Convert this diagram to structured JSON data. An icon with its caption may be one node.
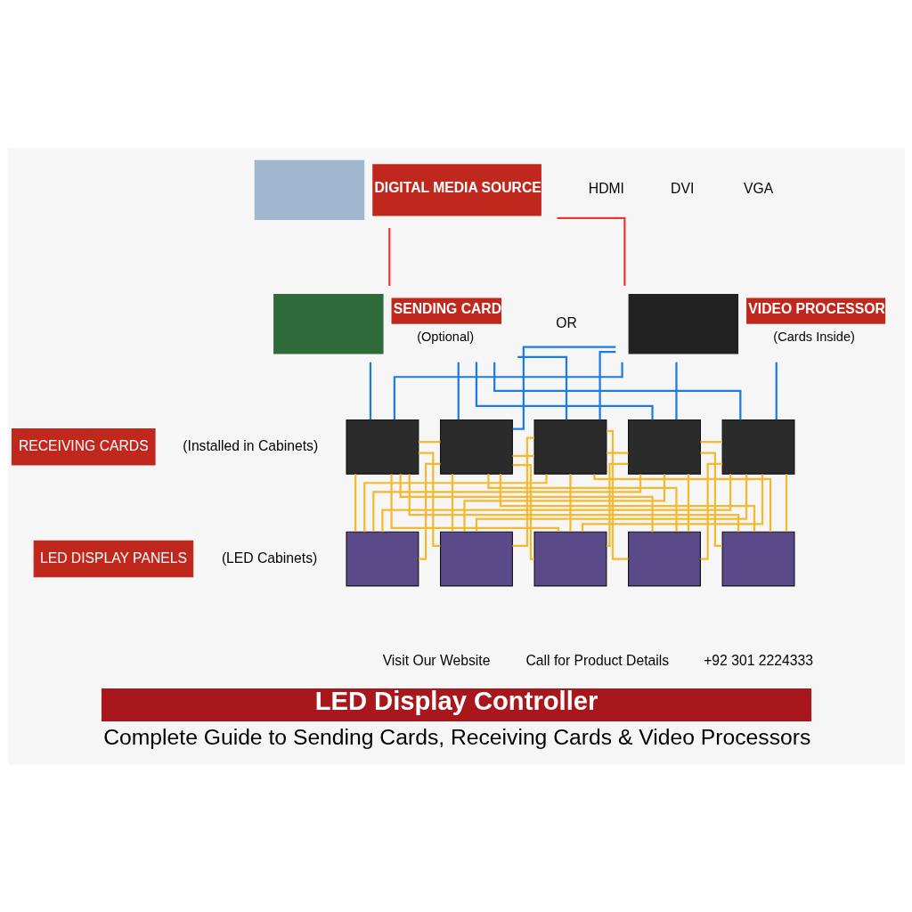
{
  "diagram": {
    "title": "LED Display Controller",
    "caption": "Complete Guide to Sending Cards, Receiving Cards & Video Processors",
    "nodes": [
      {
        "text": [
          "DIGITAL MEDIA SOURCE"
        ]
      },
      {
        "text": [
          "SENDING CARD",
          "(Optional)"
        ]
      },
      {
        "text": [
          "VIDEO PROCESSOR",
          "(Cards Inside)"
        ]
      },
      {
        "text": [],
        "shape": "box"
      },
      {
        "text": [],
        "shape": "box"
      },
      {
        "text": [],
        "shape": "box"
      },
      {
        "text": [],
        "shape": "box"
      },
      {
        "text": [],
        "shape": "box"
      },
      {
        "text": [],
        "shape": "box"
      },
      {
        "text": [],
        "shape": "box"
      },
      {
        "text": [],
        "shape": "box"
      },
      {
        "text": [],
        "shape": "box"
      },
      {
        "text": [],
        "shape": "box"
      }
    ],
    "edges": [
      {
        "from": 0,
        "to": 1,
        "arrow": "none",
        "color": "#e53935"
      },
      {
        "from": 0,
        "to": 2,
        "arrow": "none",
        "color": "#e53935"
      },
      {
        "from": 1,
        "to": 3,
        "arrow": "none",
        "color": "#1e7be0"
      },
      {
        "from": 1,
        "to": 4,
        "arrow": "none",
        "color": "#1e7be0"
      },
      {
        "from": 1,
        "to": 5,
        "arrow": "none",
        "color": "#1e7be0"
      },
      {
        "from": 1,
        "to": 6,
        "arrow": "none",
        "color": "#1e7be0"
      },
      {
        "from": 1,
        "to": 7,
        "arrow": "none",
        "color": "#1e7be0"
      },
      {
        "from": 2,
        "to": 3,
        "arrow": "none",
        "color": "#1e7be0"
      },
      {
        "from": 2,
        "to": 4,
        "arrow": "none",
        "color": "#1e7be0"
      },
      {
        "from": 2,
        "to": 5,
        "arrow": "none",
        "color": "#1e7be0"
      },
      {
        "from": 2,
        "to": 6,
        "arrow": "none",
        "color": "#1e7be0"
      },
      {
        "from": 2,
        "to": 7,
        "arrow": "none",
        "color": "#1e7be0"
      },
      {
        "from": 3,
        "to": 4,
        "arrow": "none"
      },
      {
        "from": 4,
        "to": 5,
        "arrow": "none"
      },
      {
        "from": 5,
        "to": 6,
        "arrow": "none"
      },
      {
        "from": 6,
        "to": 7,
        "arrow": "none"
      },
      {
        "from": 3,
        "to": 8,
        "arrow": "none"
      },
      {
        "from": 3,
        "to": 9,
        "arrow": "none"
      },
      {
        "from": 3,
        "to": 10,
        "arrow": "none"
      },
      {
        "from": 3,
        "to": 11,
        "arrow": "none"
      },
      {
        "from": 3,
        "to": 12,
        "arrow": "none"
      },
      {
        "from": 4,
        "to": 8,
        "arrow": "none"
      },
      {
        "from": 4,
        "to": 9,
        "arrow": "none"
      },
      {
        "from": 4,
        "to": 10,
        "arrow": "none"
      },
      {
        "from": 4,
        "to": 11,
        "arrow": "none"
      },
      {
        "from": 4,
        "to": 12,
        "arrow": "none"
      },
      {
        "from": 5,
        "to": 8,
        "arrow": "none"
      },
      {
        "from": 5,
        "to": 9,
        "arrow": "none"
      },
      {
        "from": 5,
        "to": 10,
        "arrow": "none"
      },
      {
        "from": 5,
        "to": 11,
        "arrow": "none"
      },
      {
        "from": 5,
        "to": 12,
        "arrow": "none"
      },
      {
        "from": 6,
        "to": 8,
        "arrow": "none"
      },
      {
        "from": 6,
        "to": 9,
        "arrow": "none"
      },
      {
        "from": 6,
        "to": 10,
        "arrow": "none"
      },
      {
        "from": 6,
        "to": 11,
        "arrow": "none"
      },
      {
        "from": 6,
        "to": 12,
        "arrow": "none"
      },
      {
        "from": 7,
        "to": 8,
        "arrow": "none"
      },
      {
        "from": 7,
        "to": 9,
        "arrow": "none"
      },
      {
        "from": 7,
        "to": 10,
        "arrow": "none"
      },
      {
        "from": 7,
        "to": 11,
        "arrow": "none"
      },
      {
        "from": 7,
        "to": 12,
        "arrow": "none"
      }
    ],
    "labels": [
      "HDMI",
      "DVI",
      "VGA",
      "OR",
      "RECEIVING CARDS",
      "(Installed in Cabinets)",
      "LED DISPLAY PANELS",
      "(LED Cabinets)",
      "Visit Our Website",
      "Call for Product Details",
      "+92 301 2224333"
    ]
  }
}
